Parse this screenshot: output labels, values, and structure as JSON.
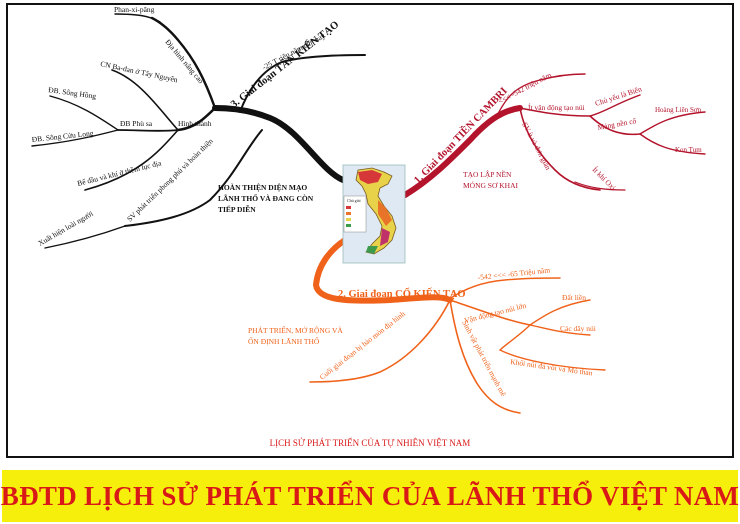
{
  "colors": {
    "black_branch": "#111111",
    "red_branch": "#b3142c",
    "orange_branch": "#f0621a",
    "banner_bg": "#f6ef0c",
    "banner_text": "#d91818"
  },
  "banner": {
    "title": "BĐTD LỊCH SỬ PHÁT TRIỂN CỦA LÃNH THỔ VIỆT NAM"
  },
  "footer_title": "LỊCH SỬ PHÁT TRIỂN CỦA TỰ NHIÊN VIỆT NAM",
  "map": {
    "legend_title": "Chú giải"
  },
  "branch_tien_cambri": {
    "label": "1. Giai đoạn TIỀN CAMBRI",
    "note_line1": "TẠO LẬP NỀN",
    "note_line2": "MÓNG SƠ KHAI",
    "time": "<<< -542 triệu năm",
    "tectonic": "Ít vận động tạo núi",
    "mainly": "Chủ yếu là Biển",
    "base": "Mảng nền cổ",
    "place1": "Hoàng Liên Sơn",
    "place2": "Kon Tum",
    "life": "SV ít và đơn giản",
    "air": "Ít khí Oxi"
  },
  "branch_co_kien_tao": {
    "label": "2. Giai đoạn CỔ KIẾN TẠO",
    "time": "-542 <<< -65 Triệu năm",
    "tectonic": "Vận động tạo núi lớn",
    "item1": "Đất liền",
    "item2": "Các dãy núi",
    "item3": "Khối núi đá vôi và Mỏ than",
    "life": "Sinh vật phát triển mạnh mẽ",
    "late": "Cuối giai đoạn bị bào mòn địa hình",
    "note_line1": "PHÁT TRIỂN, MỞ RỘNG VÀ",
    "note_line2": "ỔN ĐỊNH LÃNH THỔ"
  },
  "branch_tan_kien_tao": {
    "label": "3. Giai đoạn TÂN KIẾN TẠO",
    "time": "-25 T riệu năm đến nay",
    "terrain": "Địa hình nâng cao",
    "peak": "Phan-xi-păng",
    "formation": "Hình thành",
    "plateau": "CN Ba-dan ở Tây Nguyên",
    "phusa": "ĐB Phù sa",
    "red_delta": "ĐB. Sông Hồng",
    "mekong_delta": "ĐB. Sông Cửu Long",
    "oil": "Bể dầu và khí ở thềm lục địa",
    "life": "SV phát triển phong phú và hoàn thiện",
    "human": "Xuất hiện loài người",
    "note_line1": "HOÀN THIỆN DIỆN MẠO",
    "note_line2": "LÃNH THỔ VÀ ĐANG CÒN",
    "note_line3": "TIẾP DIỄN"
  }
}
